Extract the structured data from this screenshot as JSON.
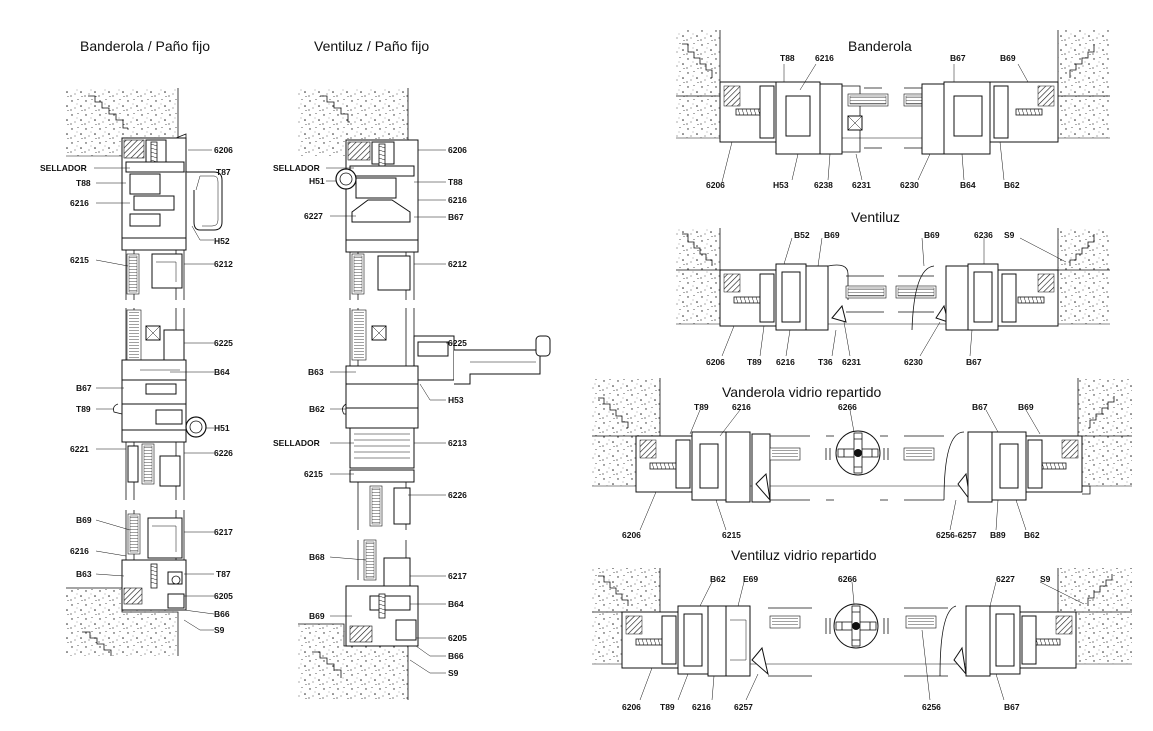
{
  "titles": {
    "t1": "Banderola / Paño fijo",
    "t2": "Ventiluz / Paño fijo",
    "t3": "Banderola",
    "t4": "Ventiluz",
    "t5": "Vanderola vidrio repartido",
    "t6": "Ventiluz vidrio repartido"
  },
  "d1": {
    "l6206": "6206",
    "sellador": "SELLADOR",
    "t87": "T87",
    "t88": "T88",
    "l6216a": "6216",
    "h52": "H52",
    "l6215": "6215",
    "l6212": "6212",
    "l6225": "6225",
    "b64": "B64",
    "b67": "B67",
    "t89": "T89",
    "h51": "H51",
    "l6221": "6221",
    "l6226": "6226",
    "b69": "B69",
    "l6217": "6217",
    "l6216b": "6216",
    "b63": "B63",
    "t87b": "T87",
    "l6205": "6205",
    "b66": "B66",
    "s9": "S9"
  },
  "d2": {
    "l6206": "6206",
    "sellador": "SELLADOR",
    "h51": "H51",
    "t88": "T88",
    "l6216": "6216",
    "l6227": "6227",
    "b67": "B67",
    "l6212": "6212",
    "l6225": "6225",
    "b63": "B63",
    "h53": "H53",
    "b62": "B62",
    "sellador2": "SELLADOR",
    "l6213": "6213",
    "l6215": "6215",
    "l6226": "6226",
    "b68": "B68",
    "l6217": "6217",
    "b64": "B64",
    "b69": "B69",
    "l6205": "6205",
    "b66": "B66",
    "s9": "S9"
  },
  "d3": {
    "t88": "T88",
    "l6216": "6216",
    "b67": "B67",
    "b69": "B69",
    "l6206": "6206",
    "h53": "H53",
    "l6238": "6238",
    "l6231": "6231",
    "l6230": "6230",
    "b64": "B64",
    "b62": "B62"
  },
  "d4": {
    "b52": "B52",
    "b69a": "B69",
    "b69b": "B69",
    "l6236": "6236",
    "s9": "S9",
    "l6206": "6206",
    "t89": "T89",
    "l6216": "6216",
    "t36": "T36",
    "l6231": "6231",
    "l6230": "6230",
    "b67": "B67"
  },
  "d5": {
    "t89": "T89",
    "l6216": "6216",
    "l6266": "6266",
    "b67": "B67",
    "b69": "B69",
    "l6206": "6206",
    "l6215": "6215",
    "l6256": "6256-6257",
    "b89": "B89",
    "b62": "B62"
  },
  "d6": {
    "b62": "B62",
    "e69": "E69",
    "l6266": "6266",
    "l6227": "6227",
    "s9": "S9",
    "l6206": "6206",
    "t89": "T89",
    "l6216": "6216",
    "l6257": "6257",
    "l6256": "6256",
    "b67": "B67"
  }
}
